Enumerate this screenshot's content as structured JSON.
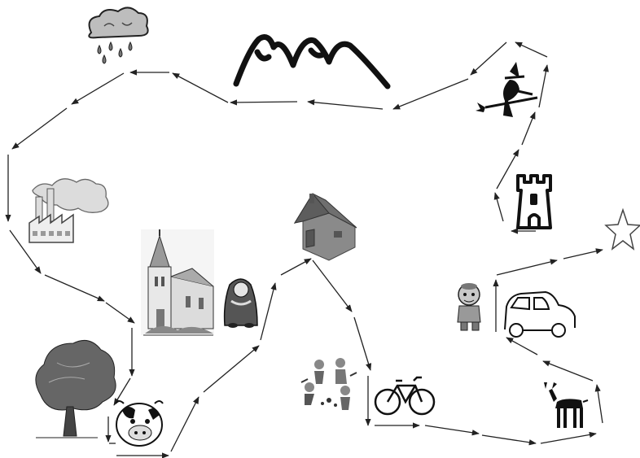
{
  "diagram": {
    "kind": "picture path board game",
    "path": [
      "star",
      "car",
      "boy",
      "castle-tower",
      "witch",
      "mountains",
      "rain-cloud",
      "factory",
      "church",
      "tree",
      "cow",
      "nun",
      "house",
      "children-playing",
      "bicycle",
      "donkey",
      "car",
      "star"
    ]
  },
  "pictures": [
    {
      "id": "rain-cloud",
      "icon": "rain-cloud-icon"
    },
    {
      "id": "mountains",
      "icon": "mountains-icon"
    },
    {
      "id": "witch",
      "icon": "witch-on-broom-icon"
    },
    {
      "id": "castle-tower",
      "icon": "castle-tower-icon"
    },
    {
      "id": "star",
      "icon": "star-icon"
    },
    {
      "id": "factory",
      "icon": "factory-icon"
    },
    {
      "id": "church",
      "icon": "church-icon"
    },
    {
      "id": "nun",
      "icon": "nun-icon"
    },
    {
      "id": "house",
      "icon": "house-icon"
    },
    {
      "id": "boy",
      "icon": "boy-icon"
    },
    {
      "id": "car",
      "icon": "car-icon"
    },
    {
      "id": "tree",
      "icon": "tree-icon"
    },
    {
      "id": "cow",
      "icon": "cow-icon"
    },
    {
      "id": "children-playing",
      "icon": "children-playing-icon"
    },
    {
      "id": "bicycle",
      "icon": "bicycle-icon"
    },
    {
      "id": "donkey",
      "icon": "donkey-icon"
    }
  ],
  "colors": {
    "arrow": "#222222",
    "ink": "#111111",
    "house_wall": "#8a8a8a",
    "house_roof": "#6f6f6f",
    "tree": "#555555",
    "background": "#ffffff"
  }
}
